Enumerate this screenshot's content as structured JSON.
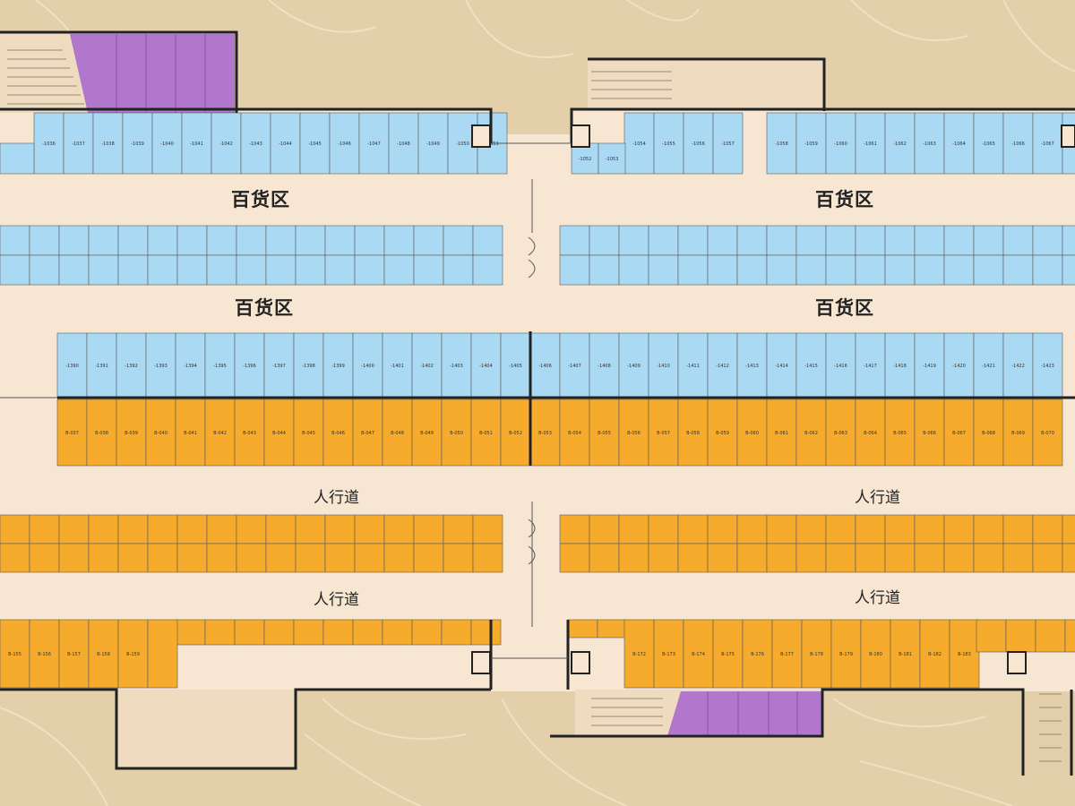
{
  "colors": {
    "background": "#e3cfaa",
    "floor": "#f7e7d2",
    "dept_store_stall": "#a9d9f3",
    "other_stall": "#f6ab2d",
    "void": "#b177cc",
    "wall": "#222222"
  },
  "zones": {
    "dept_store": "百货区",
    "walkway": "人行道"
  },
  "unit_samples": {
    "top_row_left": [
      "-1036",
      "-1037",
      "-1038",
      "-1039",
      "-1040",
      "-1041",
      "-1042",
      "-1043",
      "-1044",
      "-1045",
      "-1046",
      "-1047",
      "-1048",
      "-1049",
      "-1050",
      "-1051"
    ],
    "top_row_right": [
      "-1052",
      "-1053",
      "-1054",
      "-1055",
      "-1056",
      "-1057",
      "-1058",
      "-1059",
      "-1060",
      "-1061",
      "-1062",
      "-1063",
      "-1064",
      "-1065",
      "-1066",
      "-1067"
    ],
    "middle_blue_row": [
      "-1390",
      "-1391",
      "-1392",
      "-1393",
      "-1394",
      "-1395",
      "-1396",
      "-1397",
      "-1398",
      "-1399",
      "-1400",
      "-1401",
      "-1402",
      "-1403",
      "-1404",
      "-1405",
      "-1406",
      "-1407",
      "-1408",
      "-1409",
      "-1410",
      "-1411",
      "-1412",
      "-1413",
      "-1414",
      "-1415",
      "-1416",
      "-1417",
      "-1418",
      "-1419",
      "-1420",
      "-1421",
      "-1422",
      "-1423"
    ],
    "orange_row": [
      "B-037",
      "B-038",
      "B-039",
      "B-040",
      "B-041",
      "B-042",
      "B-043",
      "B-044",
      "B-045",
      "B-046",
      "B-047",
      "B-048",
      "B-049",
      "B-050",
      "B-051",
      "B-052",
      "B-053",
      "B-054",
      "B-055",
      "B-056",
      "B-057",
      "B-058",
      "B-059",
      "B-060",
      "B-061",
      "B-062",
      "B-063",
      "B-064",
      "B-065",
      "B-066",
      "B-067",
      "B-068",
      "B-069",
      "B-070"
    ],
    "bottom_row": [
      "B-155",
      "B-156",
      "B-157",
      "B-158",
      "B-159",
      "B-172",
      "B-173",
      "B-174",
      "B-175",
      "B-176",
      "B-177",
      "B-178",
      "B-179",
      "B-180",
      "B-181",
      "B-182",
      "B-183"
    ]
  }
}
